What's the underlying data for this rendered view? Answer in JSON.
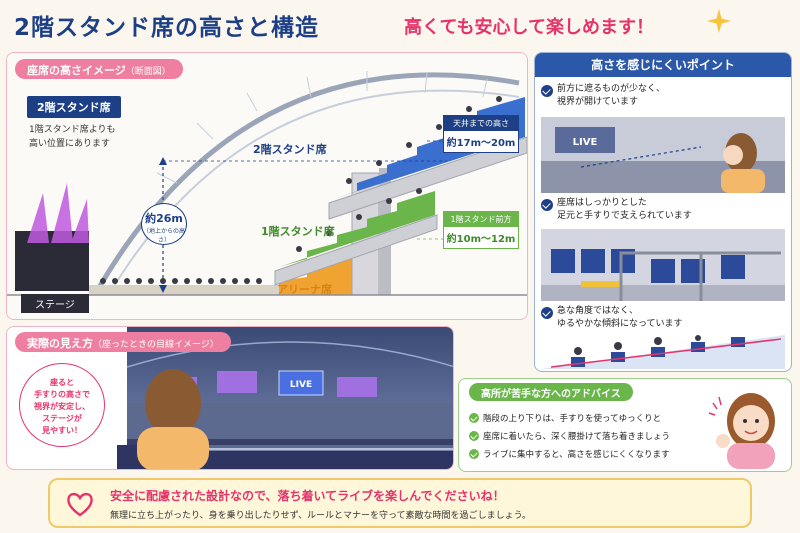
{
  "header": {
    "title": "2階スタンド席の高さと構造",
    "subtitle": "高くても安心して楽しめます！"
  },
  "diagram": {
    "section_title": "座席の高さイメージ",
    "section_note": "（断面図）",
    "tag": "2階スタンド席",
    "tag_caption_1": "1階スタンド席よりも",
    "tag_caption_2": "高い位置にあります",
    "label_upper": "2階スタンド席",
    "label_lower": "1階スタンド席",
    "label_arena": "アリーナ席",
    "height_value": "約26m",
    "height_note": "（地上からの高さ）",
    "stage": "ステージ",
    "ceiling_head": "天井までの高さ",
    "ceiling_value": "約17m〜20m",
    "front_head": "1階スタンド前方",
    "front_value": "約10m〜12m"
  },
  "view": {
    "section_title": "実際の見え方",
    "section_note": "（座ったときの目線イメージ）",
    "bubble_lines": [
      "座ると",
      "手すりの高さで",
      "視界が安定し、",
      "ステージが",
      "見やすい！"
    ],
    "screen_text": "LIVE"
  },
  "points": {
    "title": "高さを感じにくいポイント",
    "items": [
      {
        "line1": "前方に遮るものが少なく、",
        "line2": "視界が開けています"
      },
      {
        "line1": "座席はしっかりとした",
        "line2": "足元と手すりで支えられています"
      },
      {
        "line1": "急な角度ではなく、",
        "line2": "ゆるやかな傾斜になっています"
      }
    ],
    "screen_text": "LIVE"
  },
  "advice": {
    "title": "高所が苦手な方へのアドバイス",
    "items": [
      "階段の上り下りは、手すりを使ってゆっくりと",
      "座席に着いたら、深く腰掛けて落ち着きましょう",
      "ライブに集中すると、高さを感じにくくなります"
    ]
  },
  "footer": {
    "main": "安全に配慮された設計なので、落ち着いてライブを楽しんでくださいね！",
    "sub": "無理に立ち上がったり、身を乗り出したりせず、ルールとマナーを守って素敵な時間を過ごしましょう。"
  },
  "colors": {
    "navy": "#1d3f86",
    "pink": "#e6336b",
    "upper_seats": "#3a6fd0",
    "lower_seats": "#6ab64a",
    "arena_seats": "#f0a330",
    "advice_green": "#6ab64a"
  }
}
